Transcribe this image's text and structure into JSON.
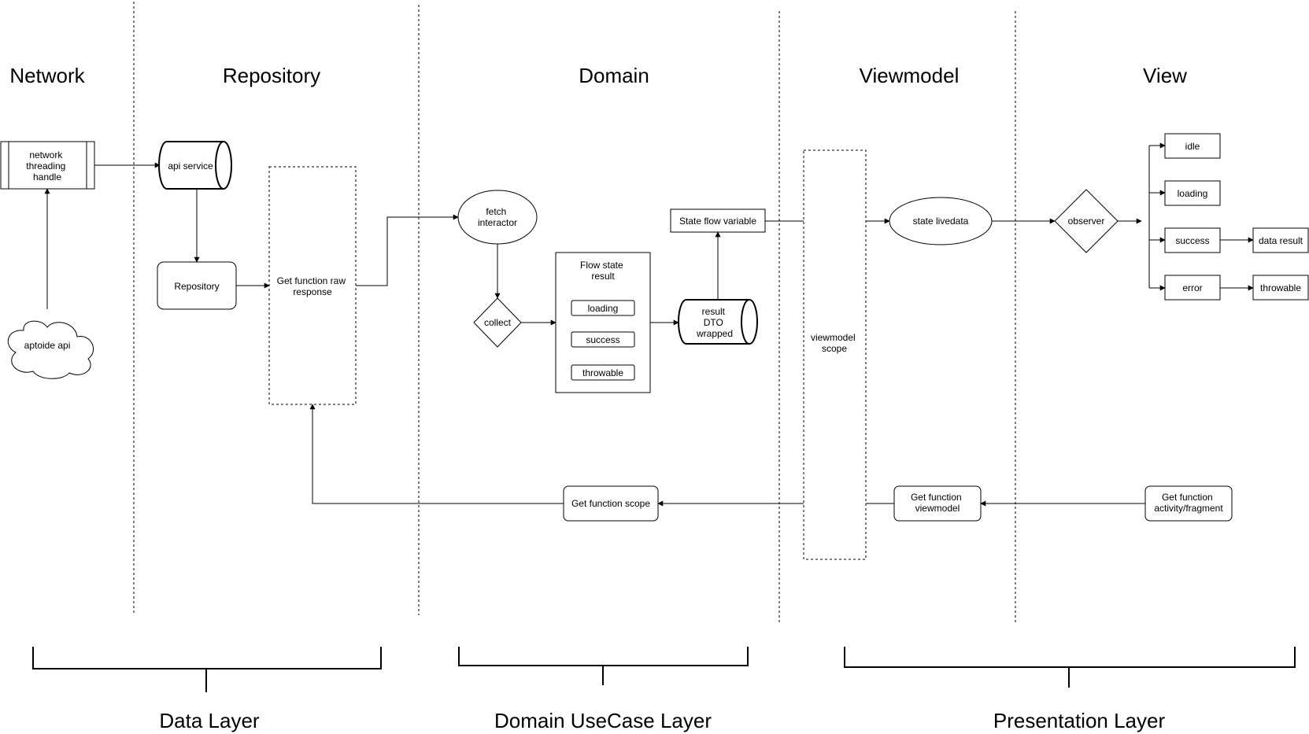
{
  "columns": {
    "network": "Network",
    "repository": "Repository",
    "domain": "Domain",
    "viewmodel": "Viewmodel",
    "view": "View"
  },
  "layers": {
    "data": "Data Layer",
    "domain": "Domain UseCase Layer",
    "presentation": "Presentation Layer"
  },
  "network": {
    "threading": [
      "network",
      "threading",
      "handle"
    ],
    "api": "aptoide api"
  },
  "repository": {
    "api_service": "api service",
    "repository": "Repository",
    "get_raw": [
      "Get function raw",
      "response"
    ],
    "get_scope": "Get function scope"
  },
  "domain": {
    "fetch": [
      "fetch",
      "interactor"
    ],
    "collect": "collect",
    "flow_state": {
      "title": [
        "Flow state",
        "result"
      ],
      "items": [
        "loading",
        "success",
        "throwable"
      ]
    },
    "result_dto": [
      "result",
      "DTO",
      "wrapped"
    ],
    "state_flow": "State flow variable"
  },
  "viewmodel": {
    "scope": [
      "viewmodel",
      "scope"
    ],
    "livedata": "state livedata",
    "get_function": [
      "Get function",
      "viewmodel"
    ]
  },
  "view": {
    "observer": "observer",
    "states": [
      "idle",
      "loading",
      "success",
      "error"
    ],
    "data_result": "data result",
    "throwable": "throwable",
    "get_function": [
      "Get function",
      "activity/fragment"
    ]
  }
}
